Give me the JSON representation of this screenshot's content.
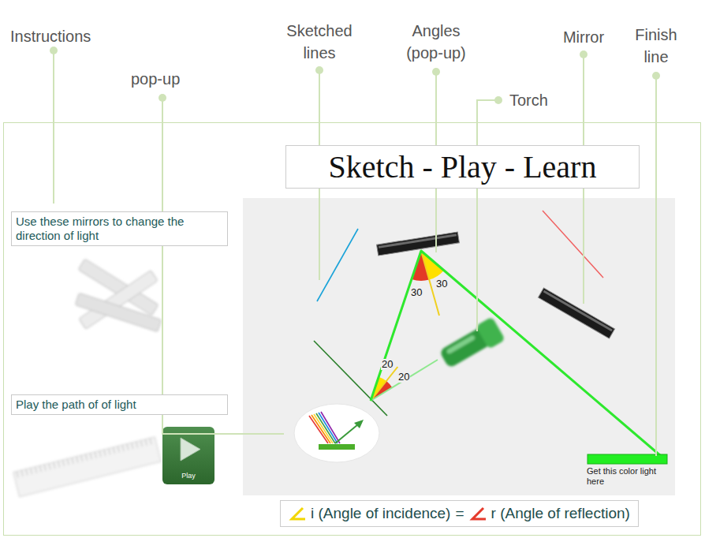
{
  "diagram": {
    "title": "Sketch - Play - Learn",
    "nodes": [
      {
        "text": [
          "Use these mirrors to change the direction of light"
        ]
      },
      {
        "text": [
          "Play the path of of light"
        ]
      },
      {
        "text": [
          "Play"
        ]
      },
      {
        "text": [
          "i (Angle of incidence)",
          "=",
          "r (Angle of reflection)"
        ]
      }
    ],
    "labels": [
      "Instructions",
      "pop-up",
      "Sketched lines",
      "Angles (pop-up)",
      "Torch",
      "Mirror",
      "Finish line",
      "30",
      "30",
      "20",
      "20",
      "Get this color light here"
    ]
  }
}
